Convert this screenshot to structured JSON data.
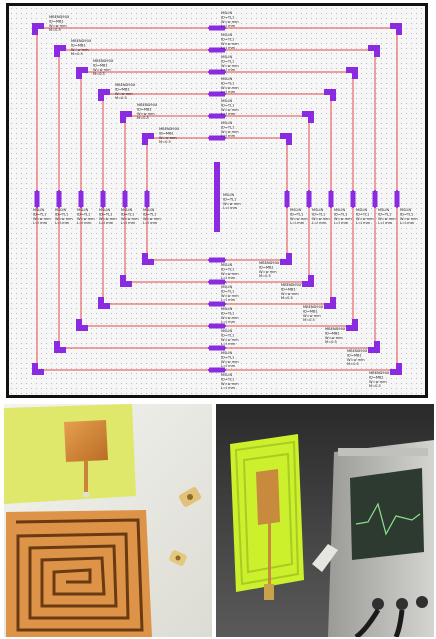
{
  "schematic": {
    "component_label_lines": [
      "MSLIN",
      "ID=TL1",
      "W=w mm",
      "L=l mm"
    ],
    "bend_label_lines": [
      "MBEND90X",
      "ID=MB1",
      "W=w mm",
      "M=0.5"
    ],
    "colors": {
      "line": "#e84848",
      "component": "#8a2be2",
      "background": "#f6f6f6",
      "grid_dot": "#bdbdbd"
    }
  },
  "photos": {
    "left_description": "Fabricated antennas on yellow FR4 board: square patch with feed line, spiral coil, SMA connectors",
    "right_description": "Antenna prototype measured with vector network analyzer"
  }
}
